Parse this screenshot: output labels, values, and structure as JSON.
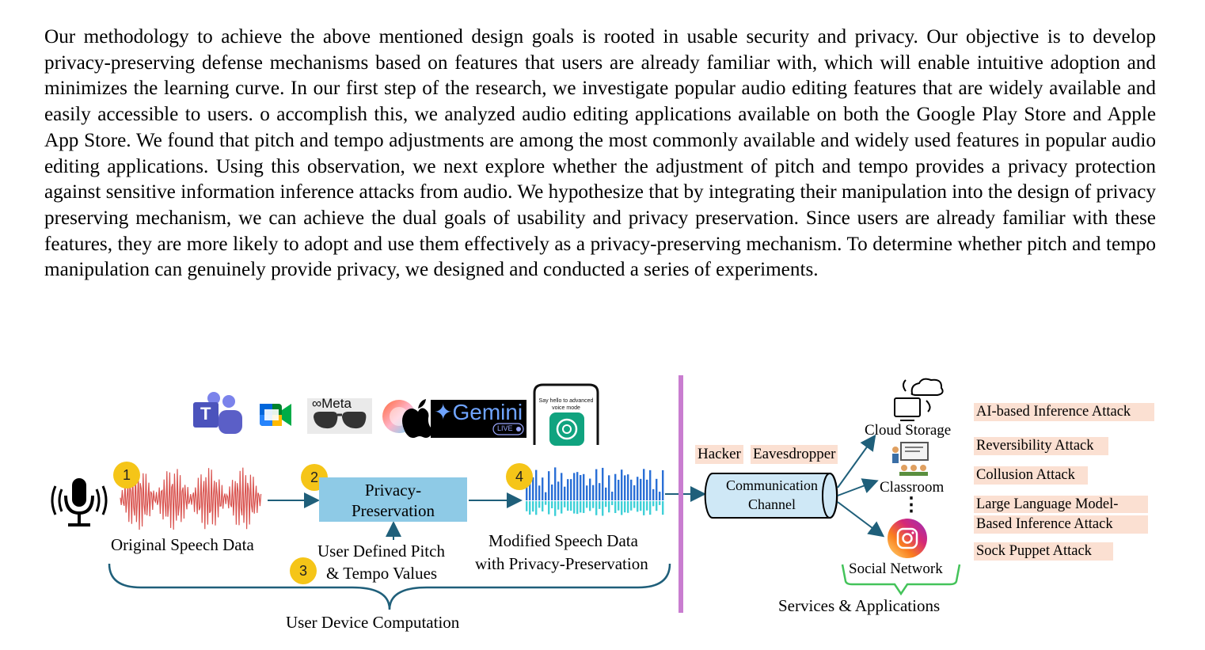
{
  "paragraph": "Our methodology to achieve the above mentioned design goals is rooted in usable security and privacy. Our objective is to develop privacy-preserving defense mechanisms based on features that users are already familiar with, which will enable intuitive adoption and minimizes the learning curve. In our first step of the research, we investigate popular audio editing features that are widely available and easily accessible to users. o accomplish this, we analyzed audio editing applications available on both the Google Play Store and Apple App Store. We found that pitch and tempo adjustments are among the most commonly available and widely used features in popular audio editing applications. Using this observation, we next explore whether the adjustment of pitch and tempo provides a privacy protection against sensitive information inference attacks from audio. We hypothesize that by integrating their manipulation into the design of privacy preserving mechanism, we can achieve the dual goals of usability and privacy preservation. Since users are already familiar with these features, they are more likely to adopt and use them effectively as a privacy-preserving mechanism. To determine whether pitch and tempo manipulation can genuinely provide privacy, we designed and conducted a series of experiments.",
  "figure": {
    "badges": [
      "1",
      "2",
      "3",
      "4"
    ],
    "original_speech": "Original Speech Data",
    "privacy_box": "Privacy-Preservation",
    "user_defined_1": "User Defined Pitch",
    "user_defined_2": "& Tempo Values",
    "modified_1": "Modified Speech Data",
    "modified_2": "with Privacy-Preservation",
    "user_device": "User Device Computation",
    "hacker": "Hacker",
    "eavesdropper": "Eavesdropper",
    "channel_1": "Communication",
    "channel_2": "Channel",
    "cloud": "Cloud Storage",
    "classroom": "Classroom",
    "ellipsis": "⋮",
    "social": "Social Network",
    "services": "Services & Applications",
    "meta_logo": "∞Meta",
    "gemini_logo": "✦Gemini",
    "gemini_live": "LIVE",
    "chatgpt_text": "Say hello to advanced voice mode",
    "teams_letter": "T",
    "attacks": [
      "AI-based Inference Attack",
      "Reversibility Attack",
      "Collusion Attack",
      "Large Language Model-",
      "Based Inference Attack",
      "Sock Puppet Attack"
    ],
    "colors": {
      "wave_red": "#d9534f",
      "wave_blue": "#2a6fd6",
      "wave_cyan": "#3fd0d8",
      "box_blue": "#8ecae6",
      "badge": "#f5c518",
      "divider": "#c97dd0",
      "tag": "#fbe0d2",
      "arrow": "#1f5f7a",
      "brace_green": "#44c35a"
    },
    "icons": [
      "microphone-icon",
      "teams-icon",
      "meet-icon",
      "meta-glasses-icon",
      "siri-icon",
      "apple-icon",
      "gemini-logo",
      "chatgpt-phone-icon",
      "cloud-storage-icon",
      "classroom-icon",
      "instagram-icon"
    ]
  }
}
